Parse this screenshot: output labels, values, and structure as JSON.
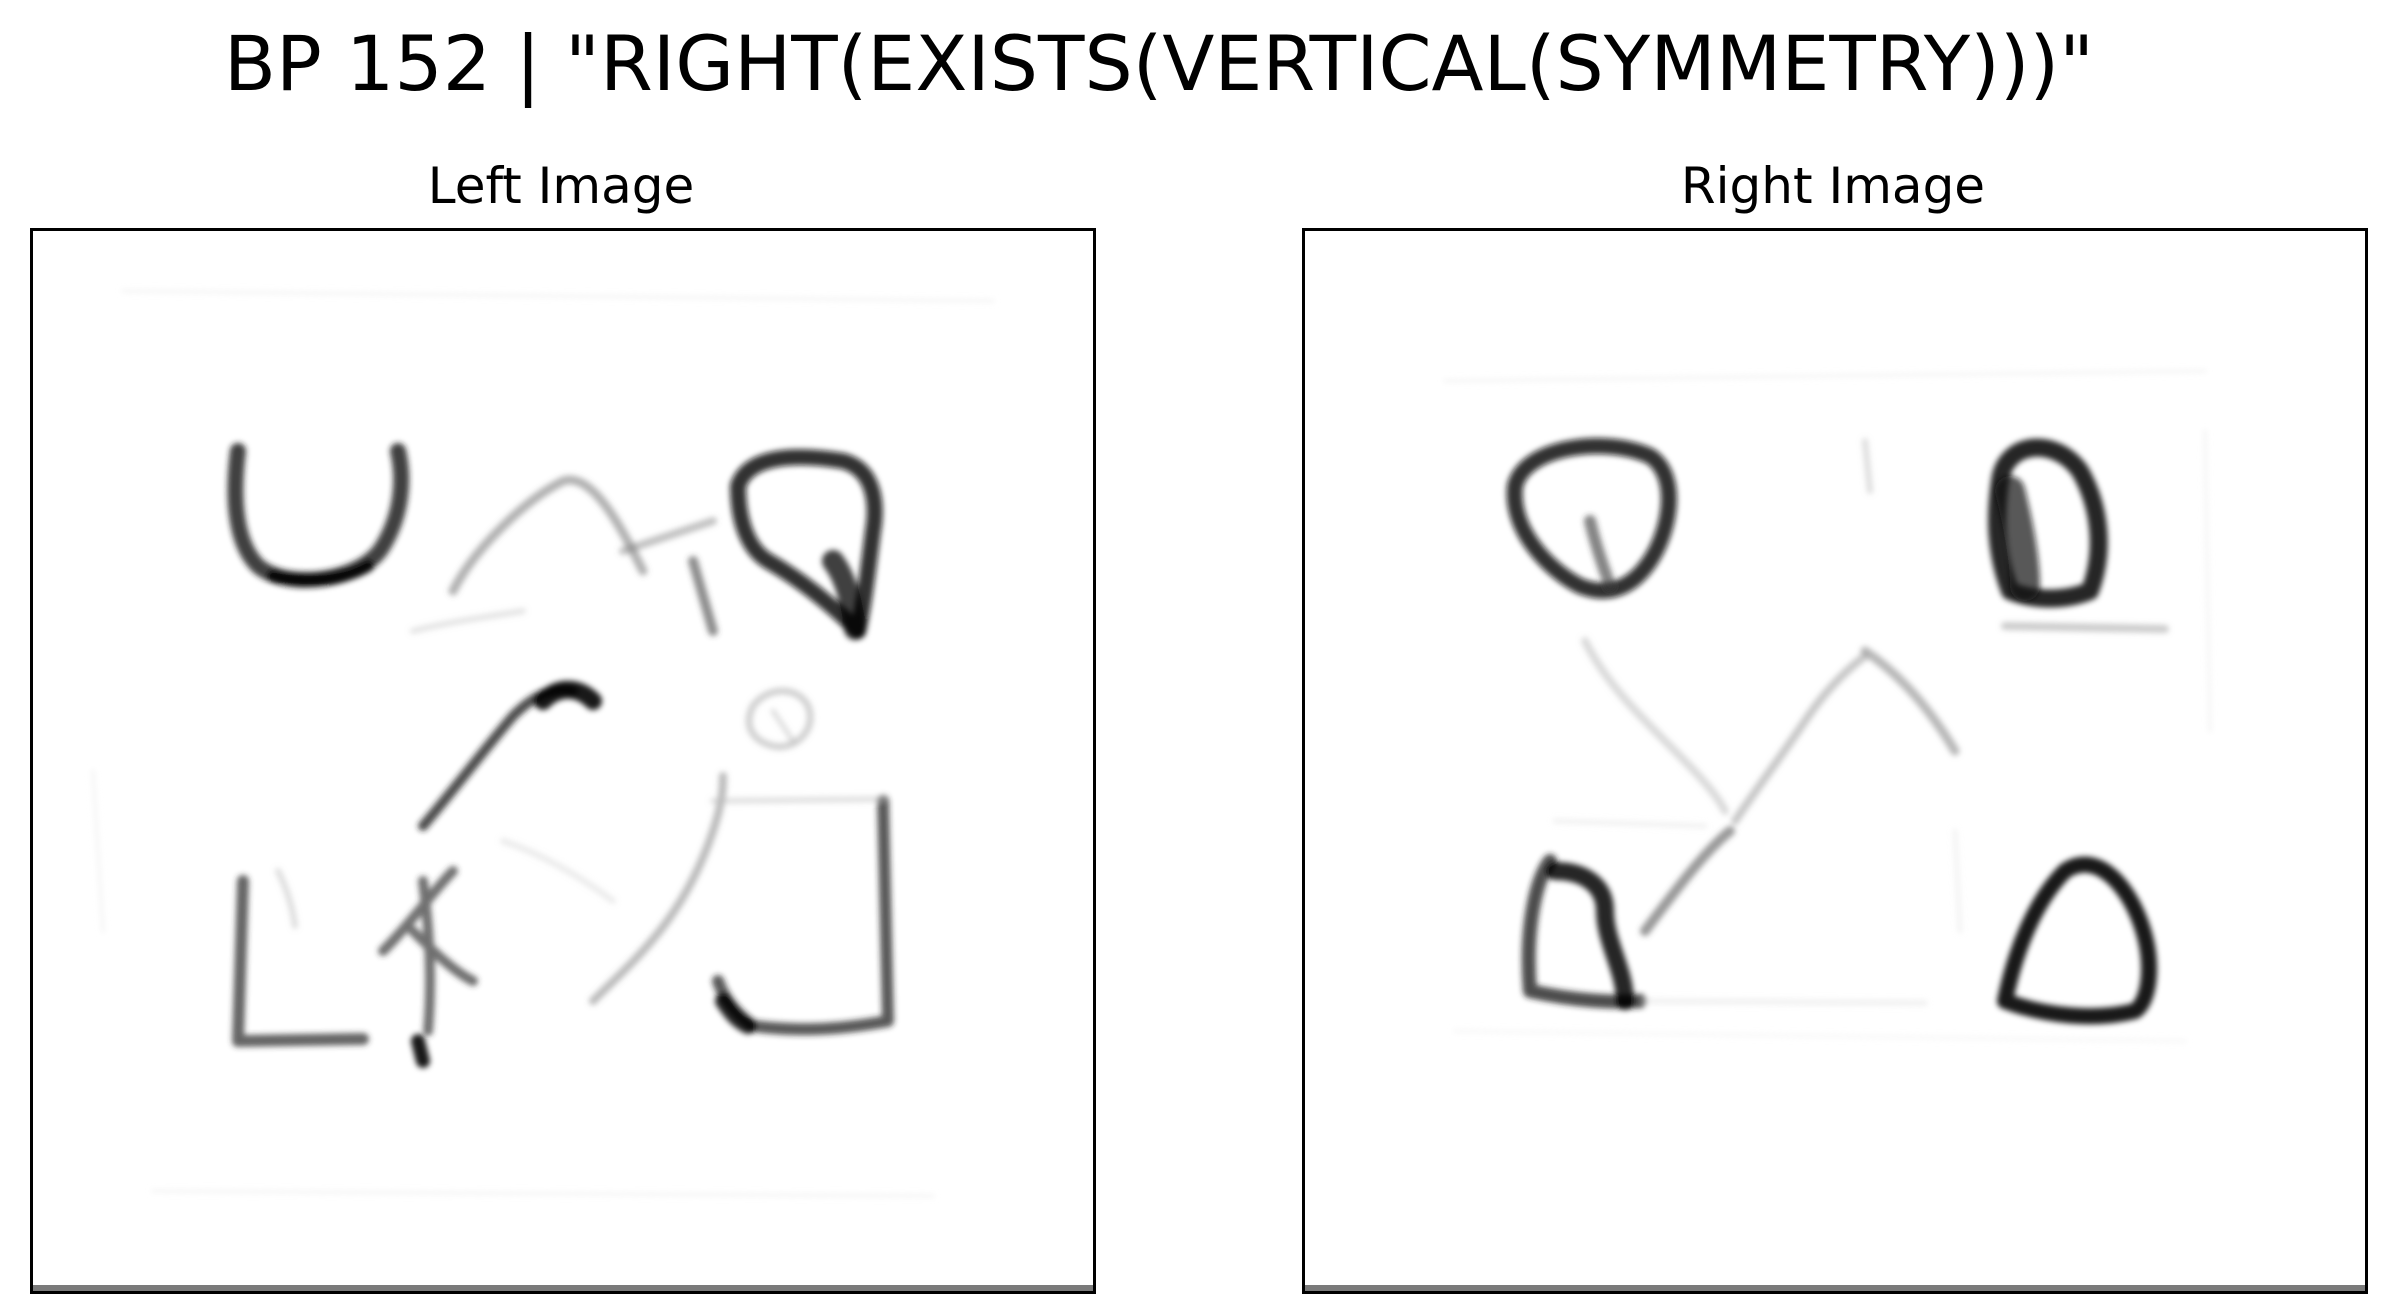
{
  "figure": {
    "title": "BP 152 | \"RIGHT(EXISTS(VERTICAL(SYMMETRY)))\""
  },
  "panels": {
    "left": {
      "title": "Left Image"
    },
    "right": {
      "title": "Right Image"
    }
  },
  "colors": {
    "ink": "#000000",
    "frame": "#000000",
    "background": "#ffffff"
  }
}
